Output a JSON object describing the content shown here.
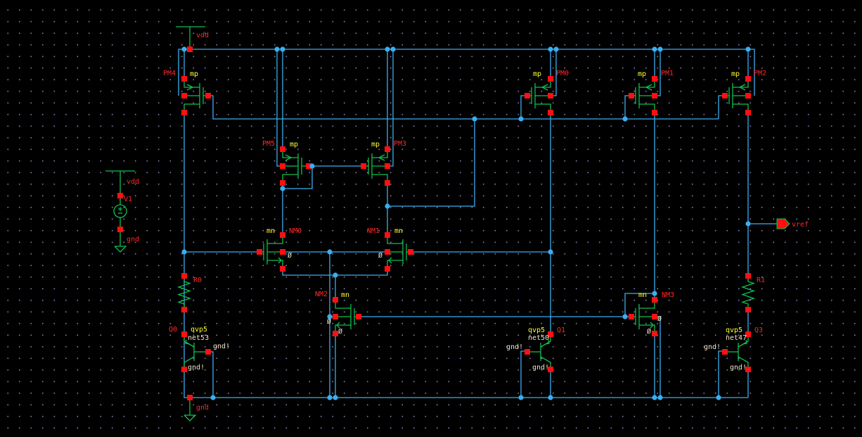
{
  "colors": {
    "wire": "#3aaef0",
    "device": "#10c050",
    "pin": "#ff1010",
    "instance_label": "#ff2828",
    "model_label": "#ffff30",
    "net_label": "#f2e6c8",
    "background": "#000000"
  },
  "supplies": {
    "vdd": "vdd",
    "gnd": "gnd",
    "v1_vdd": "vdd",
    "v1_gnd": "gnd"
  },
  "source": {
    "name": "V1"
  },
  "transistors": [
    {
      "name": "PM4",
      "model": "mp"
    },
    {
      "name": "PM5",
      "model": "mp"
    },
    {
      "name": "PM3",
      "model": "mp"
    },
    {
      "name": "PM0",
      "model": "mp"
    },
    {
      "name": "PM1",
      "model": "mp"
    },
    {
      "name": "PM2",
      "model": "mp"
    },
    {
      "name": "NM0",
      "model": "mn",
      "bulk": "Ø"
    },
    {
      "name": "NM1",
      "model": "mn",
      "bulk": "Ø"
    },
    {
      "name": "NM2",
      "model": "mn",
      "bulk": "Ø",
      "source": "Ø"
    },
    {
      "name": "NM3",
      "model": "mn",
      "bulk": "Ø",
      "source": "Ø"
    }
  ],
  "resistors": [
    {
      "name": "R0"
    },
    {
      "name": "R1"
    }
  ],
  "bjts": [
    {
      "name": "Q0",
      "model": "qvp5",
      "net": "net53",
      "base": "gnd!",
      "emitter": "gnd!"
    },
    {
      "name": "Q1",
      "model": "qvp5",
      "net": "net50",
      "base": "gnd!",
      "emitter": "gnd!"
    },
    {
      "name": "Q3",
      "model": "qvp5",
      "net": "net47",
      "base": "gnd!",
      "emitter": "gnd!"
    }
  ],
  "output_pin": {
    "name": "vref"
  }
}
